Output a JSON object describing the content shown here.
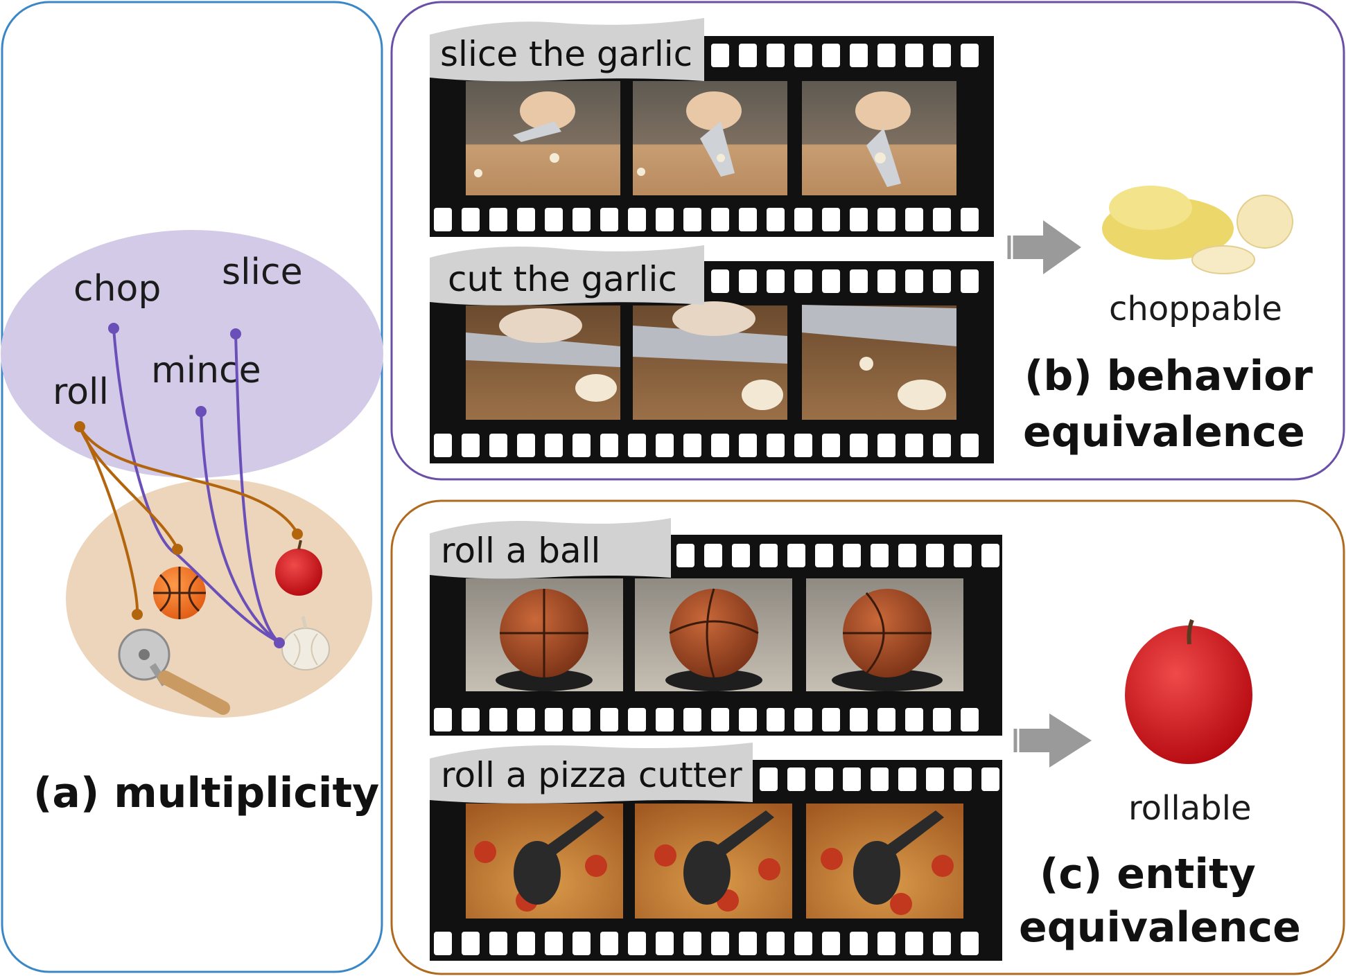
{
  "panel_a": {
    "caption": "(a) multiplicity",
    "verbs": [
      "chop",
      "slice",
      "roll",
      "mince"
    ],
    "colors": {
      "border": "#3a87c8",
      "verb_blob": "#d2cae6",
      "object_blob": "#ecd5ba",
      "verb_link": "#6a4fb8",
      "roll_link": "#b3650e"
    },
    "objects": [
      "basketball-icon",
      "apple-icon",
      "pizza-cutter-icon",
      "garlic-icon"
    ]
  },
  "panel_b": {
    "caption_line1": "(b) behavior",
    "caption_line2": "equivalence",
    "result_label": "choppable",
    "clips": [
      {
        "label": "slice the garlic"
      },
      {
        "label": "cut the garlic"
      }
    ],
    "border_color": "#6a4fa6"
  },
  "panel_c": {
    "caption_line1": "(c) entity",
    "caption_line2": "equivalence",
    "result_label": "rollable",
    "clips": [
      {
        "label": "roll a ball"
      },
      {
        "label": "roll a pizza cutter"
      }
    ],
    "border_color": "#b06a20"
  }
}
